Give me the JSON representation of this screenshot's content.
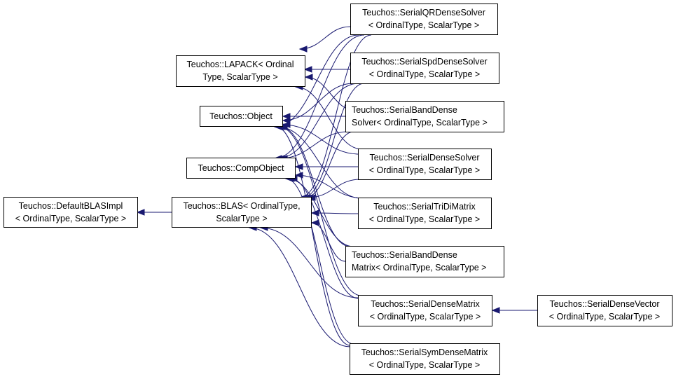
{
  "colors": {
    "edge": "#191970",
    "node_border": "#000000",
    "background": "#ffffff"
  },
  "nodes": {
    "default_blas_impl": {
      "line1": "Teuchos::DefaultBLASImpl",
      "line2": "< OrdinalType, ScalarType >"
    },
    "lapack": {
      "line1": "Teuchos::LAPACK< Ordinal",
      "line2": "Type, ScalarType >"
    },
    "object": {
      "line1": "Teuchos::Object"
    },
    "comp_object": {
      "line1": "Teuchos::CompObject"
    },
    "blas": {
      "line1": "Teuchos::BLAS< OrdinalType,",
      "line2": "ScalarType >"
    },
    "serial_qr_dense_solver": {
      "line1": "Teuchos::SerialQRDenseSolver",
      "line2": "< OrdinalType, ScalarType >"
    },
    "serial_spd_dense_solver": {
      "line1": "Teuchos::SerialSpdDenseSolver",
      "line2": "< OrdinalType, ScalarType >"
    },
    "serial_band_dense_solver": {
      "line1": "Teuchos::SerialBandDense",
      "line2": "Solver< OrdinalType, ScalarType >"
    },
    "serial_dense_solver": {
      "line1": "Teuchos::SerialDenseSolver",
      "line2": "< OrdinalType, ScalarType >"
    },
    "serial_tridi_matrix": {
      "line1": "Teuchos::SerialTriDiMatrix",
      "line2": "< OrdinalType, ScalarType >"
    },
    "serial_band_dense_matrix": {
      "line1": "Teuchos::SerialBandDense",
      "line2": "Matrix< OrdinalType, ScalarType >"
    },
    "serial_dense_matrix": {
      "line1": "Teuchos::SerialDenseMatrix",
      "line2": "< OrdinalType, ScalarType >"
    },
    "serial_sym_dense_matrix": {
      "line1": "Teuchos::SerialSymDenseMatrix",
      "line2": "< OrdinalType, ScalarType >"
    },
    "serial_dense_vector": {
      "line1": "Teuchos::SerialDenseVector",
      "line2": "< OrdinalType, ScalarType >"
    }
  },
  "edges": [
    {
      "from": "blas",
      "to": "default_blas_impl"
    },
    {
      "from": "serial_qr_dense_solver",
      "to": "lapack"
    },
    {
      "from": "serial_qr_dense_solver",
      "to": "object"
    },
    {
      "from": "serial_qr_dense_solver",
      "to": "comp_object"
    },
    {
      "from": "serial_qr_dense_solver",
      "to": "blas"
    },
    {
      "from": "serial_spd_dense_solver",
      "to": "lapack"
    },
    {
      "from": "serial_spd_dense_solver",
      "to": "object"
    },
    {
      "from": "serial_spd_dense_solver",
      "to": "comp_object"
    },
    {
      "from": "serial_spd_dense_solver",
      "to": "blas"
    },
    {
      "from": "serial_band_dense_solver",
      "to": "lapack"
    },
    {
      "from": "serial_band_dense_solver",
      "to": "object"
    },
    {
      "from": "serial_band_dense_solver",
      "to": "comp_object"
    },
    {
      "from": "serial_band_dense_solver",
      "to": "blas"
    },
    {
      "from": "serial_dense_solver",
      "to": "lapack"
    },
    {
      "from": "serial_dense_solver",
      "to": "object"
    },
    {
      "from": "serial_dense_solver",
      "to": "comp_object"
    },
    {
      "from": "serial_dense_solver",
      "to": "blas"
    },
    {
      "from": "serial_tridi_matrix",
      "to": "object"
    },
    {
      "from": "serial_tridi_matrix",
      "to": "comp_object"
    },
    {
      "from": "serial_tridi_matrix",
      "to": "blas"
    },
    {
      "from": "serial_band_dense_matrix",
      "to": "object"
    },
    {
      "from": "serial_band_dense_matrix",
      "to": "comp_object"
    },
    {
      "from": "serial_band_dense_matrix",
      "to": "blas"
    },
    {
      "from": "serial_dense_matrix",
      "to": "object"
    },
    {
      "from": "serial_dense_matrix",
      "to": "comp_object"
    },
    {
      "from": "serial_dense_matrix",
      "to": "blas"
    },
    {
      "from": "serial_sym_dense_matrix",
      "to": "object"
    },
    {
      "from": "serial_sym_dense_matrix",
      "to": "comp_object"
    },
    {
      "from": "serial_sym_dense_matrix",
      "to": "blas"
    },
    {
      "from": "serial_dense_vector",
      "to": "serial_dense_matrix"
    }
  ]
}
